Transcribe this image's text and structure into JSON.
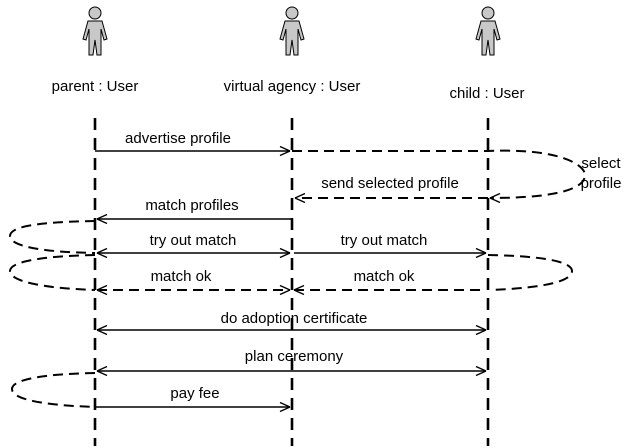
{
  "actors": [
    {
      "label": "parent : User"
    },
    {
      "label": "virtual agency : User"
    },
    {
      "label": "child : User"
    }
  ],
  "messages": {
    "advertise_profile": "advertise profile",
    "send_selected_profile": "send selected profile",
    "match_profiles": "match profiles",
    "try_out_match_left": "try out match",
    "try_out_match_right": "try out match",
    "match_ok_left": "match ok",
    "match_ok_right": "match ok",
    "do_adoption_certificate": "do adoption certificate",
    "plan_ceremony": "plan ceremony",
    "pay_fee": "pay fee"
  },
  "notes": {
    "select_profile_line1": "select",
    "select_profile_line2": "profile"
  }
}
